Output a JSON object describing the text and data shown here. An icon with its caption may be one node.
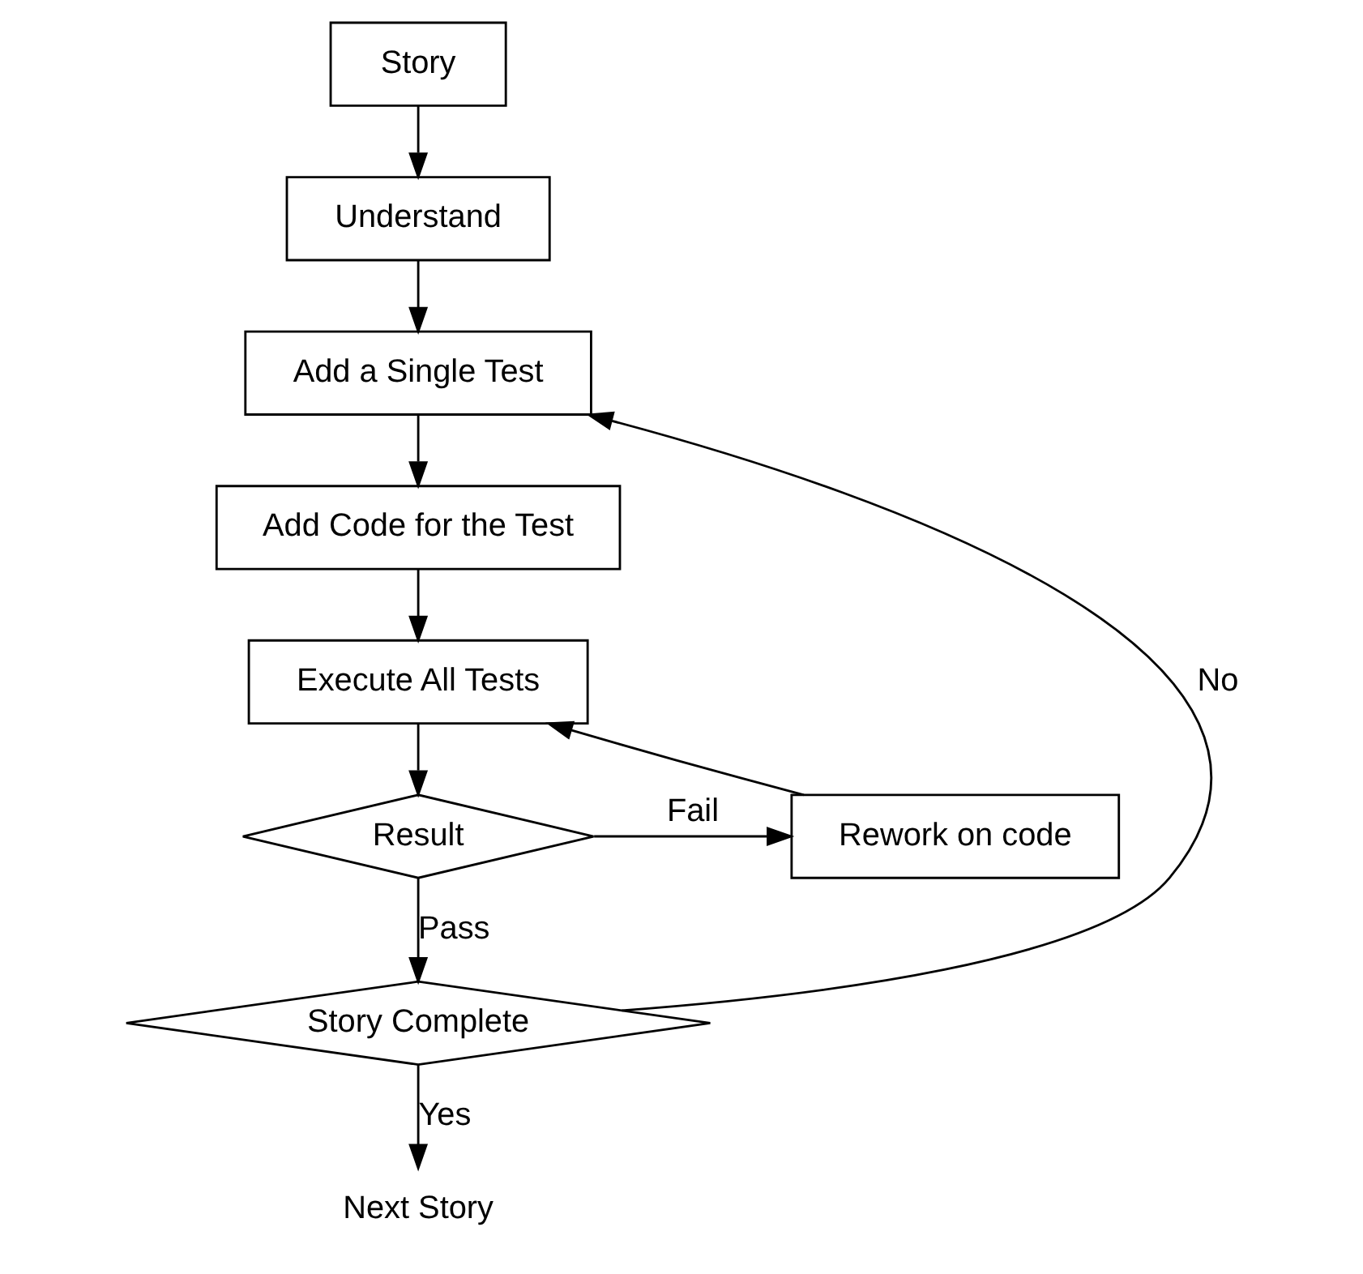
{
  "diagram": {
    "nodes": [
      {
        "text": [
          "Story"
        ]
      },
      {
        "text": [
          "Understand"
        ]
      },
      {
        "text": [
          "Add a Single Test"
        ]
      },
      {
        "text": [
          "Add Code for the Test"
        ]
      },
      {
        "text": [
          "Execute All Tests"
        ]
      },
      {
        "text": [
          "Result"
        ]
      },
      {
        "text": [
          "Rework on code"
        ]
      },
      {
        "text": [
          "Story Complete"
        ]
      },
      {
        "text": [
          "Next Story"
        ]
      }
    ],
    "edges": [
      {
        "from": 0,
        "to": 1,
        "arrow": "to"
      },
      {
        "from": 1,
        "to": 2,
        "arrow": "to"
      },
      {
        "from": 2,
        "to": 3,
        "arrow": "to"
      },
      {
        "from": 3,
        "to": 4,
        "arrow": "to"
      },
      {
        "from": 4,
        "to": 5,
        "arrow": "to"
      },
      {
        "from": 5,
        "to": 6,
        "arrow": "to",
        "label": "Fail"
      },
      {
        "from": 6,
        "to": 4,
        "arrow": "to"
      },
      {
        "from": 5,
        "to": 7,
        "arrow": "to",
        "label": "Pass"
      },
      {
        "from": 7,
        "to": 2,
        "arrow": "to",
        "label": "No"
      },
      {
        "from": 7,
        "to": 8,
        "arrow": "to",
        "label": "Yes"
      }
    ]
  }
}
